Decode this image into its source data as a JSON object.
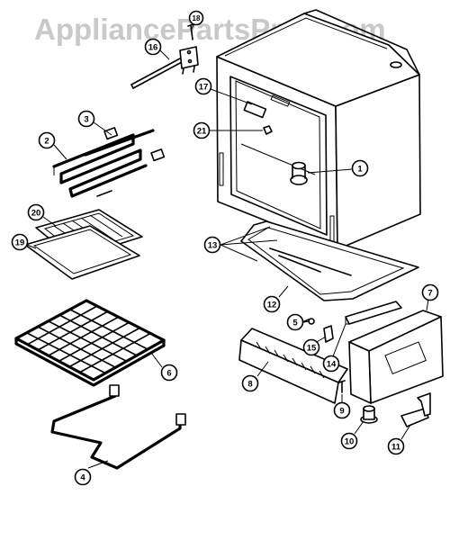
{
  "watermark": "AppliancePartsPros.com",
  "callouts": [
    {
      "id": "c1",
      "label": "1"
    },
    {
      "id": "c2",
      "label": "2"
    },
    {
      "id": "c3",
      "label": "3"
    },
    {
      "id": "c4",
      "label": "4"
    },
    {
      "id": "c5",
      "label": "5"
    },
    {
      "id": "c6",
      "label": "6"
    },
    {
      "id": "c7",
      "label": "7"
    },
    {
      "id": "c8",
      "label": "8"
    },
    {
      "id": "c9",
      "label": "9"
    },
    {
      "id": "c10",
      "label": "10"
    },
    {
      "id": "c11",
      "label": "11"
    },
    {
      "id": "c12",
      "label": "12"
    },
    {
      "id": "c13",
      "label": "13"
    },
    {
      "id": "c14",
      "label": "14"
    },
    {
      "id": "c15",
      "label": "15"
    },
    {
      "id": "c16",
      "label": "16"
    },
    {
      "id": "c17",
      "label": "17"
    },
    {
      "id": "c18",
      "label": "18"
    },
    {
      "id": "c19",
      "label": "19"
    },
    {
      "id": "c20",
      "label": "20"
    },
    {
      "id": "c21",
      "label": "21"
    }
  ]
}
